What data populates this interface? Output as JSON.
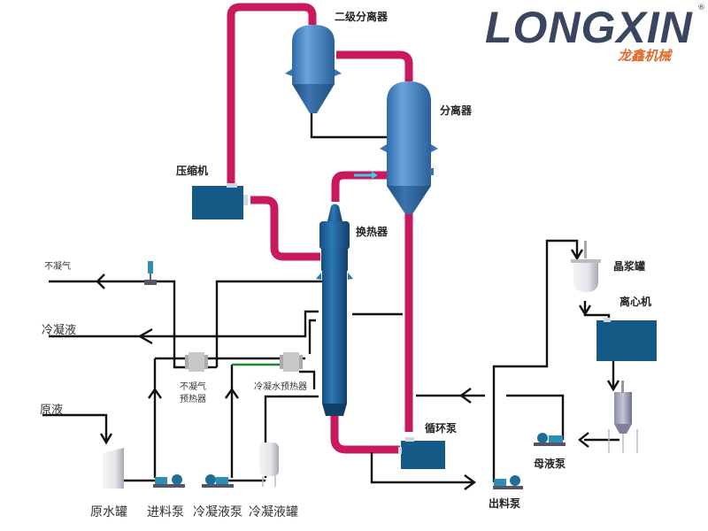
{
  "brand": {
    "name": "LONGXIN",
    "subtitle": "龙鑫机械",
    "registered": "®",
    "colors": {
      "primary": "#3a4560",
      "accent": "#e06a2a"
    }
  },
  "equipment": {
    "secondary_separator": "二级分离器",
    "separator": "分离器",
    "compressor": "压缩机",
    "heat_exchanger": "换热器",
    "slurry_tank": "晶浆罐",
    "centrifuge": "离心机",
    "circulation_pump": "循环泵",
    "mother_liquor_pump": "母液泵",
    "discharge_pump": "出料泵",
    "noncondensable_preheater_line1": "不凝气",
    "noncondensable_preheater_line2": "预热器",
    "condensate_preheater": "冷凝水预热器",
    "raw_water_tank": "原水罐",
    "feed_pump": "进料泵",
    "condensate_pump": "冷凝液泵",
    "condensate_tank": "冷凝液罐"
  },
  "streams": {
    "noncondensable_gas": "不凝气",
    "condensate": "冷凝液",
    "raw_liquid": "原液"
  },
  "colors": {
    "steam_pipe": "#c8185e",
    "vessel_blue": "#3f7fc4",
    "pump_box": "#1a5f8a",
    "line": "#111111"
  }
}
